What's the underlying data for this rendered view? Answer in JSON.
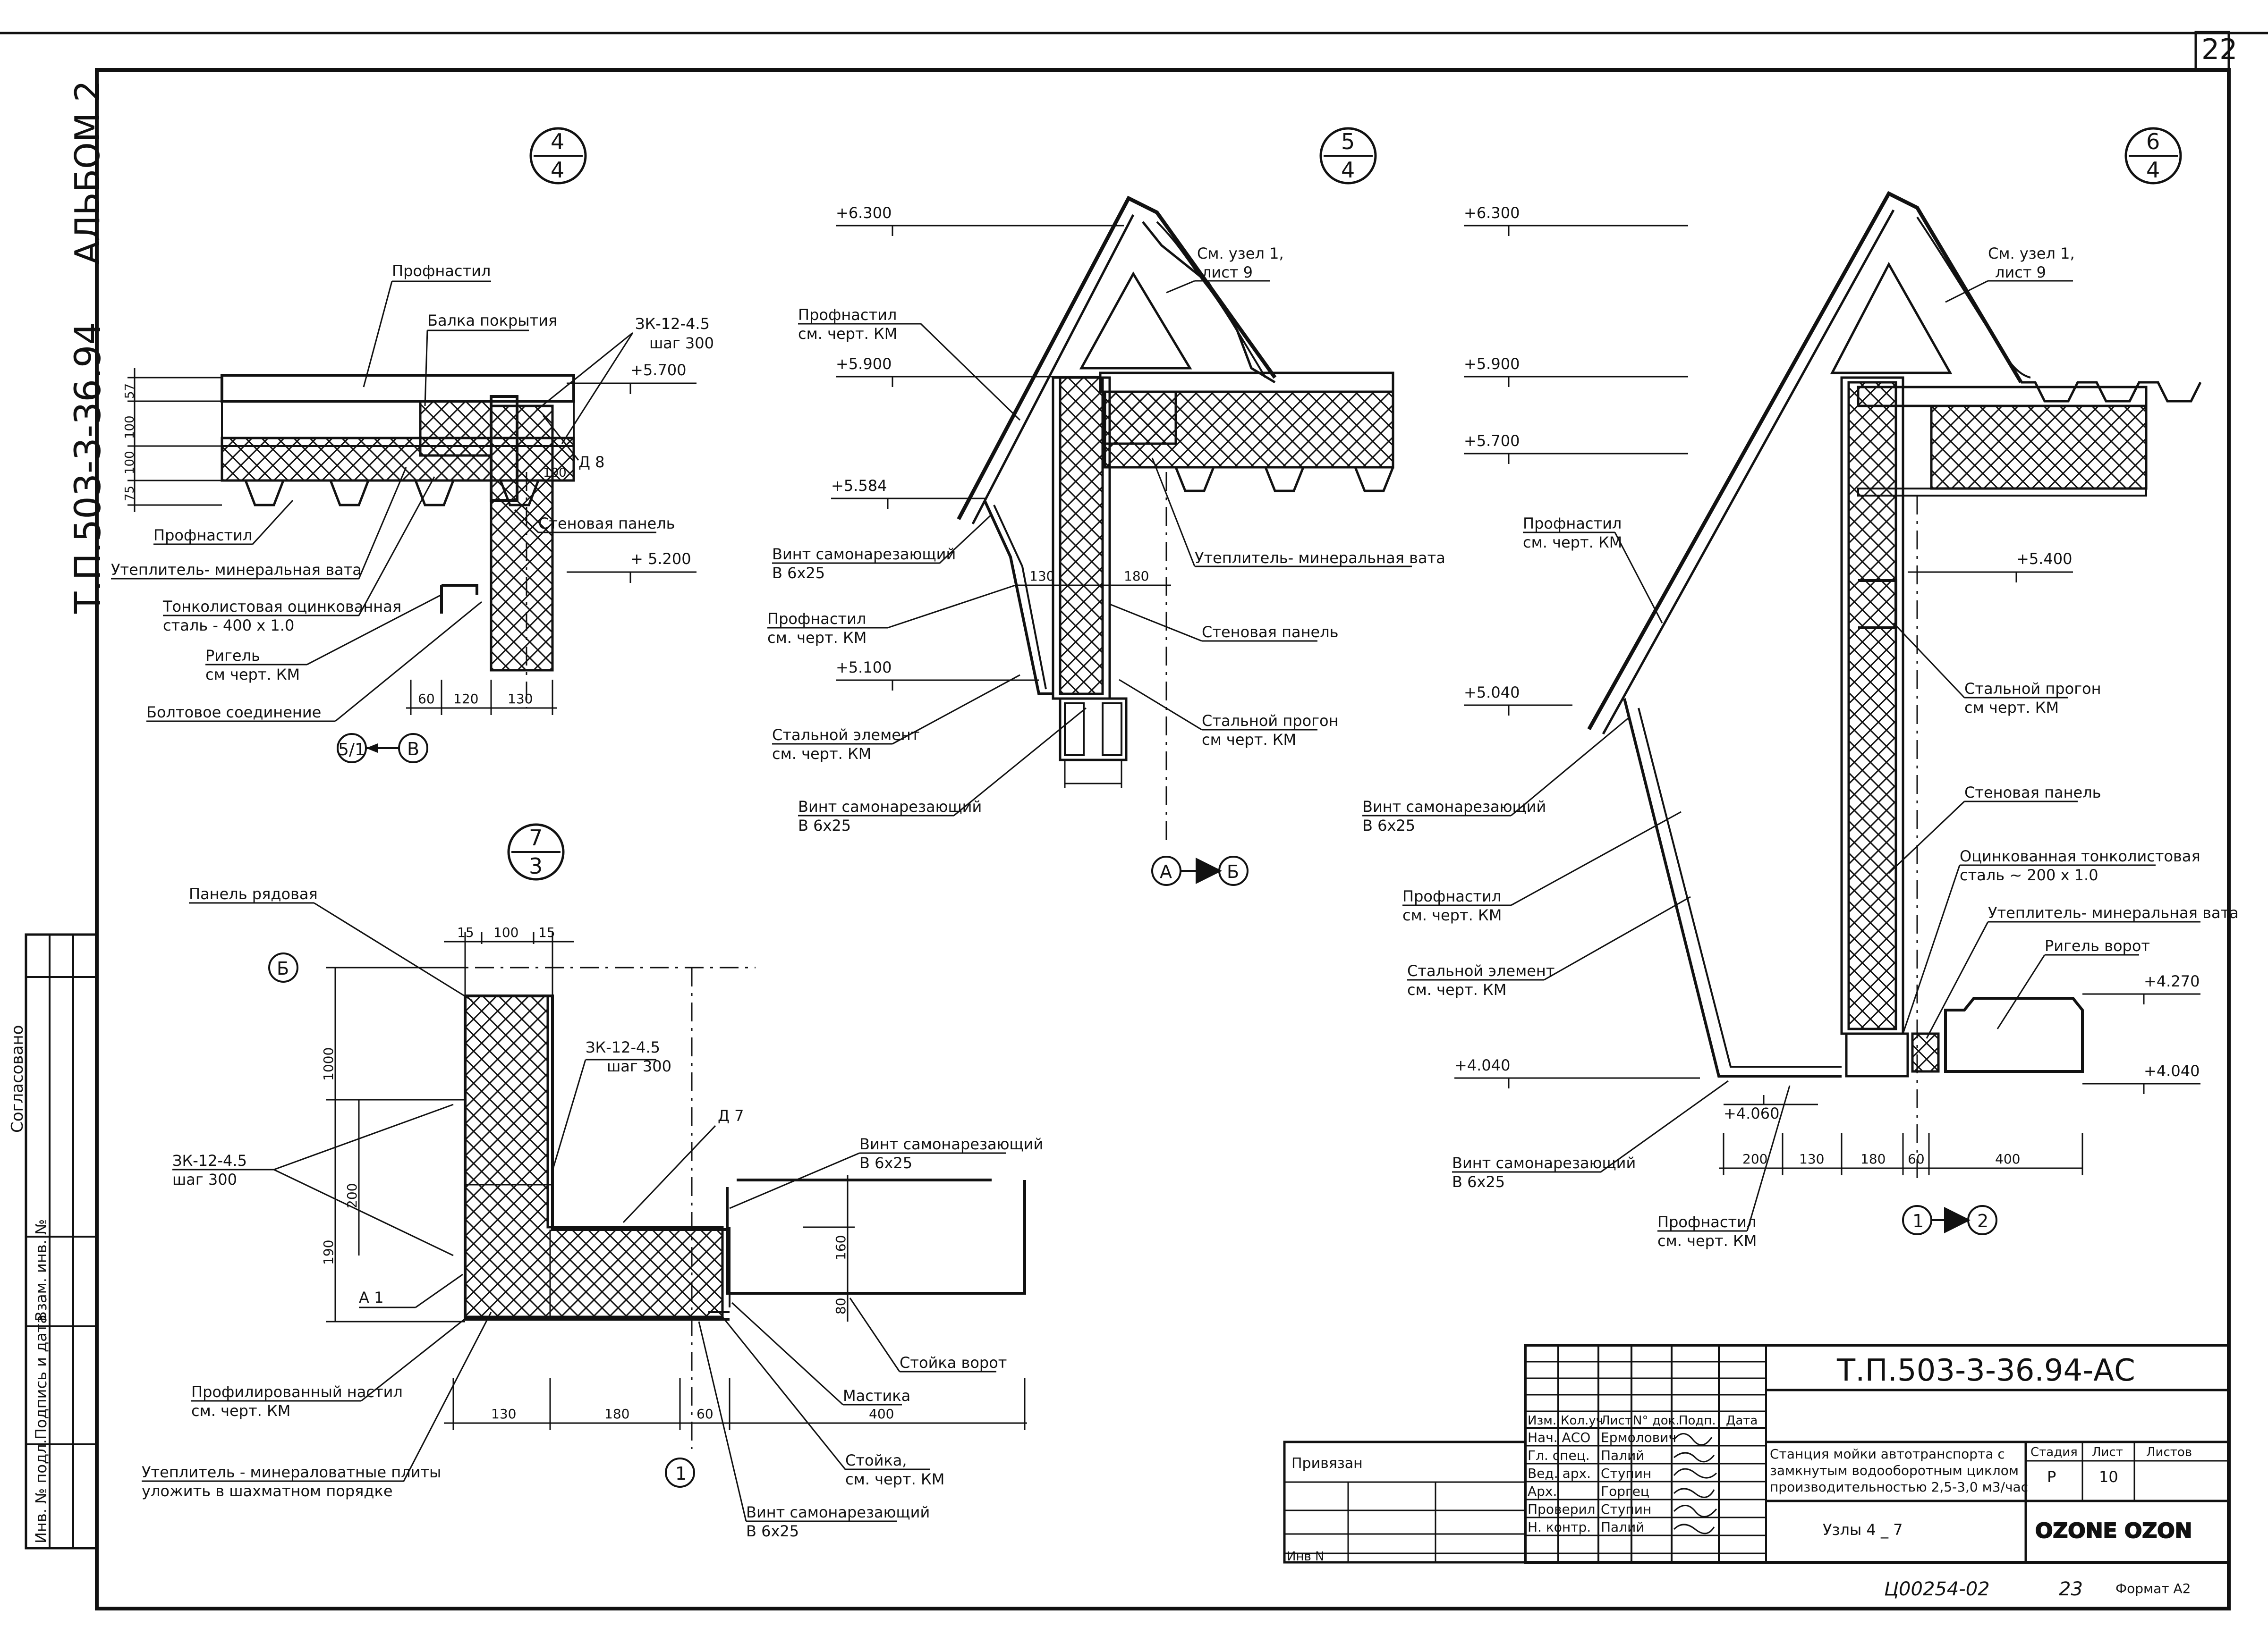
{
  "sheet_number": "22",
  "album": "АЛЬБОМ 2",
  "project_code_vertical": "Т.П.503-3-36.94",
  "side_stamp": {
    "inv_orig": "Инв. № подл.",
    "sign_date": "Подпись и дата",
    "vzam": "Взам. инв. №",
    "soglasovano": "Согласовано"
  },
  "node_4": {
    "marker_top": "4",
    "marker_bottom": "4",
    "labels": {
      "profnastil_top": "Профнастил",
      "balka": "Балка покрытия",
      "zk": "ЗК-12-4.5",
      "zk_step": "шаг  300",
      "level_5700": "+5.700",
      "d8": "Д 8",
      "dim_100": "100",
      "wall_panel": "Стеновая панель",
      "level_5200": "+ 5.200",
      "profnastil_bottom": "Профнастил",
      "insulation": "Утеплитель- минеральная вата",
      "steel_sheet_1": "Тонколистовая оцинкованная",
      "steel_sheet_2": "сталь   - 400 х 1.0",
      "rigel_1": "Ригель",
      "rigel_2": "см черт. КМ",
      "bolt": "Болтовое соединение",
      "dims": [
        "60",
        "120",
        "130"
      ],
      "vdims": [
        "57",
        "100",
        "100",
        "75"
      ],
      "ref_sheet": "5/1",
      "axis": "В"
    }
  },
  "node_5": {
    "marker_top": "5",
    "marker_bottom": "4",
    "labels": {
      "level_6300": "+6.300",
      "level_5900": "+5.900",
      "level_5584": "+5.584",
      "level_5100": "+5.100",
      "see_node_1": "См. узел 1,",
      "see_node_2": "лист 9",
      "profnastil_1": "Профнастил",
      "profnastil_2": "см. черт. КМ",
      "insulation": "Утеплитель- минеральная вата",
      "screw_1": "Винт самонарезающий",
      "screw_2": "В 6х25",
      "profnastil_b1": "Профнастил",
      "profnastil_b2": "см. черт. КМ",
      "wall_panel": "Стеновая панель",
      "steel_el_1": "Стальной элемент",
      "steel_el_2": "см. черт. КМ",
      "purlin_1": "Стальной прогон",
      "purlin_2": "см черт. КМ",
      "screw_b1": "Винт самонарезающий",
      "screw_b2": "В 6х25",
      "dims": [
        "130",
        "180"
      ],
      "axis_a": "А",
      "axis_b": "Б"
    }
  },
  "node_6": {
    "marker_top": "6",
    "marker_bottom": "4",
    "labels": {
      "level_6300": "+6.300",
      "level_5900": "+5.900",
      "level_5700": "+5.700",
      "level_5400": "+5.400",
      "level_5040": "+5.040",
      "level_4270": "+4.270",
      "level_4040_l": "+4.040",
      "level_4040_r": "+4.040",
      "level_4060": "+4.060",
      "see_node_1": "См. узел 1,",
      "see_node_2": "лист 9",
      "profnastil_1": "Профнастил",
      "profnastil_2": "см. черт. КМ",
      "purlin_1": "Стальной прогон",
      "purlin_2": "см черт. КМ",
      "screw_1": "Винт самонарезающий",
      "screw_2": "В 6х25",
      "wall_panel": "Стеновая панель",
      "profnastil_m1": "Профнастил",
      "profnastil_m2": "см. черт. КМ",
      "galv_1": "Оцинкованная тонколистовая",
      "galv_2": "сталь  ~ 200 х 1.0",
      "insulation": "Утеплитель- минеральная вата",
      "steel_el_1": "Стальной элемент",
      "steel_el_2": "см. черт. КМ",
      "gate_rigel": "Ригель ворот",
      "screw_b1": "Винт самонарезающий",
      "screw_b2": "В 6х25",
      "profnastil_b1": "Профнастил",
      "profnastil_b2": "см. черт. КМ",
      "dims": [
        "200",
        "130",
        "180",
        "60",
        "400"
      ],
      "axis_1": "1",
      "axis_2": "2"
    }
  },
  "node_7": {
    "marker_top": "7",
    "marker_bottom": "3",
    "labels": {
      "panel": "Панель рядовая",
      "axis_b": "Б",
      "top_dims": [
        "15",
        "100",
        "15"
      ],
      "zk_1": "ЗК-12-4.5",
      "zk_1s": "шаг  300",
      "d7": "Д 7",
      "screw_1": "Винт самонарезающий",
      "screw_2": "В 6х25",
      "zk_2": "ЗК-12-4.5",
      "zk_2s": "шаг  300",
      "vdims": [
        "1000",
        "200",
        "190",
        "160",
        "80"
      ],
      "a1": "А 1",
      "gate_post": "Стойка ворот",
      "mastic": "Мастика",
      "prof_1": "Профилированный настил",
      "prof_2": "см. черт. КМ",
      "ins_1": "Утеплитель - минераловатные плиты",
      "ins_2": "уложить в шахматном порядке",
      "post_1": "Стойка,",
      "post_2": "см. черт. КМ",
      "screw_b1": "Винт самонарезающий",
      "screw_b2": "В 6х25",
      "bottom_dims": [
        "130",
        "180",
        "60",
        "400"
      ],
      "axis_1": "1"
    }
  },
  "title_block": {
    "code": "Т.П.503-3-36.94-АС",
    "privyazan": "Привязан",
    "inv_n": "Инв N",
    "header": [
      "Изм.",
      "Кол.уч",
      "Лист",
      "N° док.",
      "Подп.",
      "Дата"
    ],
    "roles": [
      {
        "role": "Нач. АСО",
        "name": "Ермолович"
      },
      {
        "role": "Гл. спец.",
        "name": "Палий"
      },
      {
        "role": "Вед. арх.",
        "name": "Ступин"
      },
      {
        "role": "Арх.",
        "name": "Горгец"
      },
      {
        "role": "Проверил",
        "name": "Ступин"
      },
      {
        "role": "Н. контр.",
        "name": "Палий"
      }
    ],
    "description_1": "Станция мойки автотранспорта с",
    "description_2": "замкнутым водооборотным циклом",
    "description_3": "производительностью 2,5-3,0 м3/час",
    "stage_h": "Стадия",
    "sheet_h": "Лист",
    "sheets_h": "Листов",
    "stage": "Р",
    "sheet": "10",
    "subtitle": "Узлы  4 _ 7",
    "logo": "OZONE OZON"
  },
  "footer": {
    "archive_no": "Ц00254-02",
    "page": "23",
    "format": "Формат А2"
  }
}
